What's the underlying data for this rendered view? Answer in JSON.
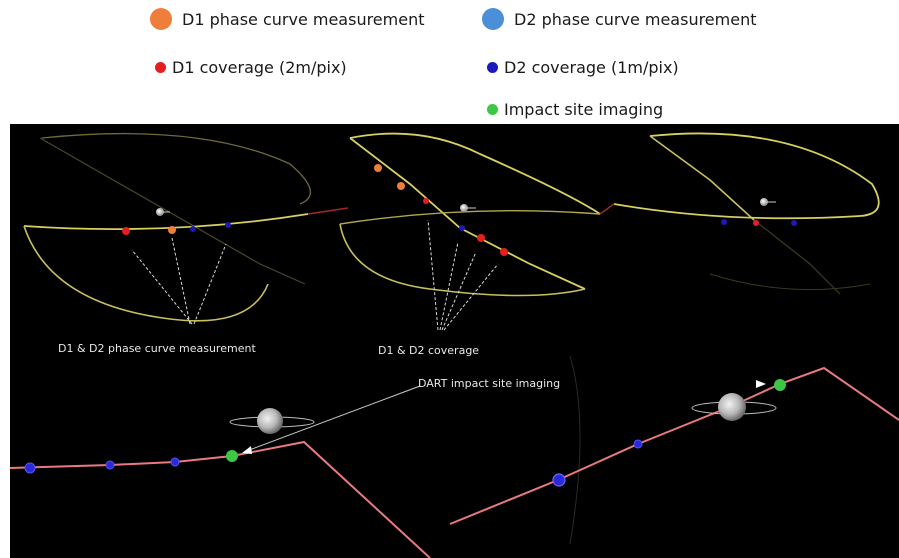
{
  "legend": {
    "items": [
      {
        "label": "D1 phase curve measurement",
        "color": "#ef7e3a",
        "size": "big"
      },
      {
        "label": "D2 phase curve measurement",
        "color": "#4a8fd8",
        "size": "big"
      },
      {
        "label": "D1 coverage (2m/pix)",
        "color": "#e31f1f",
        "size": "small"
      },
      {
        "label": "D2 coverage (1m/pix)",
        "color": "#1a1ab8",
        "size": "small"
      },
      {
        "label": "Impact site imaging",
        "color": "#3cc845",
        "size": "small"
      }
    ]
  },
  "annotations": {
    "phase_curve": "D1 & D2 phase curve measurement",
    "coverage": "D1 & D2 coverage",
    "impact_imaging": "DART impact site imaging"
  },
  "colors": {
    "trajectory_yellow": "#d8d060",
    "trajectory_pink": "#e87a80",
    "background": "#000000"
  }
}
